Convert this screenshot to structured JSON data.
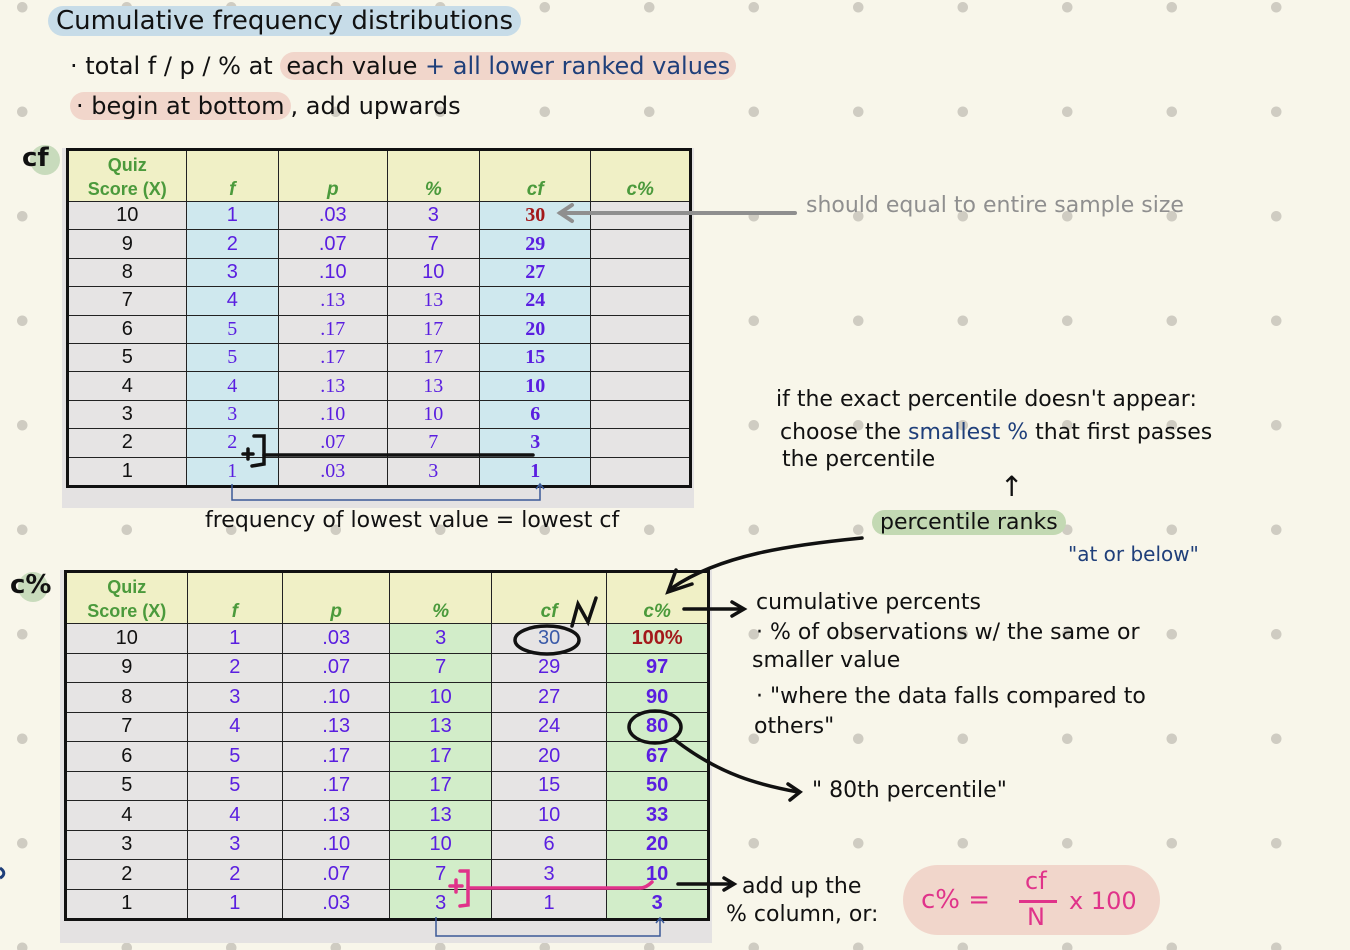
{
  "header": {
    "title": "Cumulative frequency distributions",
    "bullet1_pre": "· total f / p / % at ",
    "bullet1_hl": "each value",
    "bullet1_blue": " + all lower ranked values",
    "bullet2_hl": "· begin at bottom",
    "bullet2_rest": ", add upwards"
  },
  "table_cf": {
    "label": "cf",
    "headers": [
      "Quiz Score (X)",
      "f",
      "p",
      "%",
      "cf",
      "c%"
    ],
    "header_first_line1": "Quiz",
    "header_first_line2": "Score (X)",
    "rows": [
      {
        "x": "10",
        "f": "1",
        "p": ".03",
        "pct": "3",
        "cf": "30",
        "cpct": ""
      },
      {
        "x": "9",
        "f": "2",
        "p": ".07",
        "pct": "7",
        "cf": "29",
        "cpct": ""
      },
      {
        "x": "8",
        "f": "3",
        "p": ".10",
        "pct": "10",
        "cf": "27",
        "cpct": ""
      },
      {
        "x": "7",
        "f": "4",
        "p": ".13",
        "pct": "13",
        "cf": "24",
        "cpct": ""
      },
      {
        "x": "6",
        "f": "5",
        "p": ".17",
        "pct": "17",
        "cf": "20",
        "cpct": ""
      },
      {
        "x": "5",
        "f": "5",
        "p": ".17",
        "pct": "17",
        "cf": "15",
        "cpct": ""
      },
      {
        "x": "4",
        "f": "4",
        "p": ".13",
        "pct": "13",
        "cf": "10",
        "cpct": ""
      },
      {
        "x": "3",
        "f": "3",
        "p": ".10",
        "pct": "10",
        "cf": "6",
        "cpct": ""
      },
      {
        "x": "2",
        "f": "2",
        "p": ".07",
        "pct": "7",
        "cf": "3",
        "cpct": ""
      },
      {
        "x": "1",
        "f": "1",
        "p": ".03",
        "pct": "3",
        "cf": "1",
        "cpct": ""
      }
    ],
    "annotation_right": "should equal to entire sample size",
    "annotation_below": "frequency of lowest value = lowest cf",
    "plus_mark": "+"
  },
  "table_cpct": {
    "label": "c%",
    "headers": [
      "Quiz Score (X)",
      "f",
      "p",
      "%",
      "cf",
      "c%"
    ],
    "header_first_line1": "Quiz",
    "header_first_line2": "Score (X)",
    "rows": [
      {
        "x": "10",
        "f": "1",
        "p": ".03",
        "pct": "3",
        "cf": "30",
        "cpct": "100%"
      },
      {
        "x": "9",
        "f": "2",
        "p": ".07",
        "pct": "7",
        "cf": "29",
        "cpct": "97"
      },
      {
        "x": "8",
        "f": "3",
        "p": ".10",
        "pct": "10",
        "cf": "27",
        "cpct": "90"
      },
      {
        "x": "7",
        "f": "4",
        "p": ".13",
        "pct": "13",
        "cf": "24",
        "cpct": "80"
      },
      {
        "x": "6",
        "f": "5",
        "p": ".17",
        "pct": "17",
        "cf": "20",
        "cpct": "67"
      },
      {
        "x": "5",
        "f": "5",
        "p": ".17",
        "pct": "17",
        "cf": "15",
        "cpct": "50"
      },
      {
        "x": "4",
        "f": "4",
        "p": ".13",
        "pct": "13",
        "cf": "10",
        "cpct": "33"
      },
      {
        "x": "3",
        "f": "3",
        "p": ".10",
        "pct": "10",
        "cf": "6",
        "cpct": "20"
      },
      {
        "x": "2",
        "f": "2",
        "p": ".07",
        "pct": "7",
        "cf": "3",
        "cpct": "10"
      },
      {
        "x": "1",
        "f": "1",
        "p": ".03",
        "pct": "3",
        "cf": "1",
        "cpct": "3"
      }
    ],
    "n_mark": "N",
    "plus_mark": "+"
  },
  "notes": {
    "percentile_line1": "if the exact percentile doesn't appear:",
    "percentile_line2_pre": "choose the ",
    "percentile_line2_blue": "smallest %",
    "percentile_line2_post": " that first passes",
    "percentile_line3": "the percentile",
    "up_arrow": "↑",
    "percentile_ranks": "percentile ranks",
    "at_or_below": "\"at or below\"",
    "cum_percents_title": "cumulative percents",
    "cum_bullet1a": "· % of observations w/ the same or",
    "cum_bullet1b": "smaller value",
    "cum_bullet2a": "· \"where the data falls compared to",
    "cum_bullet2b": "others\"",
    "eightieth": "\" 80th percentile\"",
    "add_up_line1": "add up the",
    "add_up_line2": "% column, or:"
  },
  "formula": {
    "lhs": "c% =",
    "numerator": "cf",
    "denominator": "N",
    "multiplier": "x 100"
  },
  "colors": {
    "background": "#f8f6ea",
    "header_bg": "#f0f0c6",
    "header_text": "#4b9a3c",
    "cf_column_bg": "#cfe8ee",
    "cpct_column_bg": "#d2edc9",
    "value_purple": "#5a1ee0",
    "total_red": "#a3191b",
    "ink_navy": "#1f3f7a",
    "formula_pink": "#e0338a",
    "highlight_pink": "#f1d6cb",
    "highlight_blue": "#c7dce8",
    "highlight_green": "#c3d9b3"
  }
}
